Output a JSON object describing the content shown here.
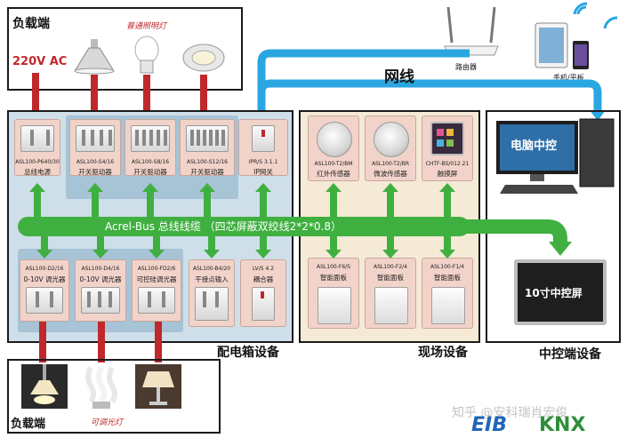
{
  "top_load": {
    "title": "负载端",
    "voltage": "220V AC",
    "lamp_label": "普通照明灯"
  },
  "bottom_load": {
    "title": "负载端",
    "lamp_label": "可调光灯"
  },
  "network": {
    "label": "网线",
    "router_label": "路由器",
    "mobile_label": "手机/平板"
  },
  "bus": {
    "label": "Acrel-Bus 总线线缆  （四芯屏蔽双绞线2*2*0.8）"
  },
  "cabinet": {
    "title": "配电箱设备",
    "top_devices": [
      {
        "model": "ASL100-P640/30",
        "name": "总线电源"
      },
      {
        "model": "ASL100-S4/16",
        "name": "开关驱动器"
      },
      {
        "model": "ASL100-S8/16",
        "name": "开关驱动器"
      },
      {
        "model": "ASL100-S12/16",
        "name": "开关驱动器"
      },
      {
        "model": "IPR/S 3.1.1",
        "name": "IP网关"
      }
    ],
    "bottom_devices": [
      {
        "model": "ASL100-D2/16",
        "name": "0-10V 调光器"
      },
      {
        "model": "ASL100-D4/16",
        "name": "0-10V 调光器"
      },
      {
        "model": "ASL100-FD2/6",
        "name": "可控硅调光器"
      },
      {
        "model": "ASL100-B4/20",
        "name": "干接点输入"
      },
      {
        "model": "LV/S 4.2",
        "name": "耦合器"
      }
    ]
  },
  "field": {
    "title": "现场设备",
    "top_devices": [
      {
        "model": "ASL100-T2/BM",
        "name": "红外传感器"
      },
      {
        "model": "ASL100-T2/BR",
        "name": "微波传感器"
      },
      {
        "model": "CHTF-BS/012.21",
        "name": "触摸屏"
      }
    ],
    "bottom_devices": [
      {
        "model": "ASL100-F6/S",
        "name": "智能面板"
      },
      {
        "model": "ASL100-F2/4",
        "name": "智能面板"
      },
      {
        "model": "ASL100-F1/4",
        "name": "智能面板"
      }
    ]
  },
  "central": {
    "title": "中控端设备",
    "pc_label": "电脑中控",
    "screen_label": "10寸中控屏"
  },
  "watermark": {
    "text": "知乎 @安科瑞肖宏俊",
    "logo_a": "EIB",
    "logo_b": "KNX"
  },
  "colors": {
    "bus_green": "#3fb040",
    "network_blue": "#2aa6e0",
    "device_pink": "#f2d3c9",
    "cabinet_blue": "#cfdfe9",
    "field_beige": "#f5ead5",
    "load_red": "#c0282b"
  }
}
